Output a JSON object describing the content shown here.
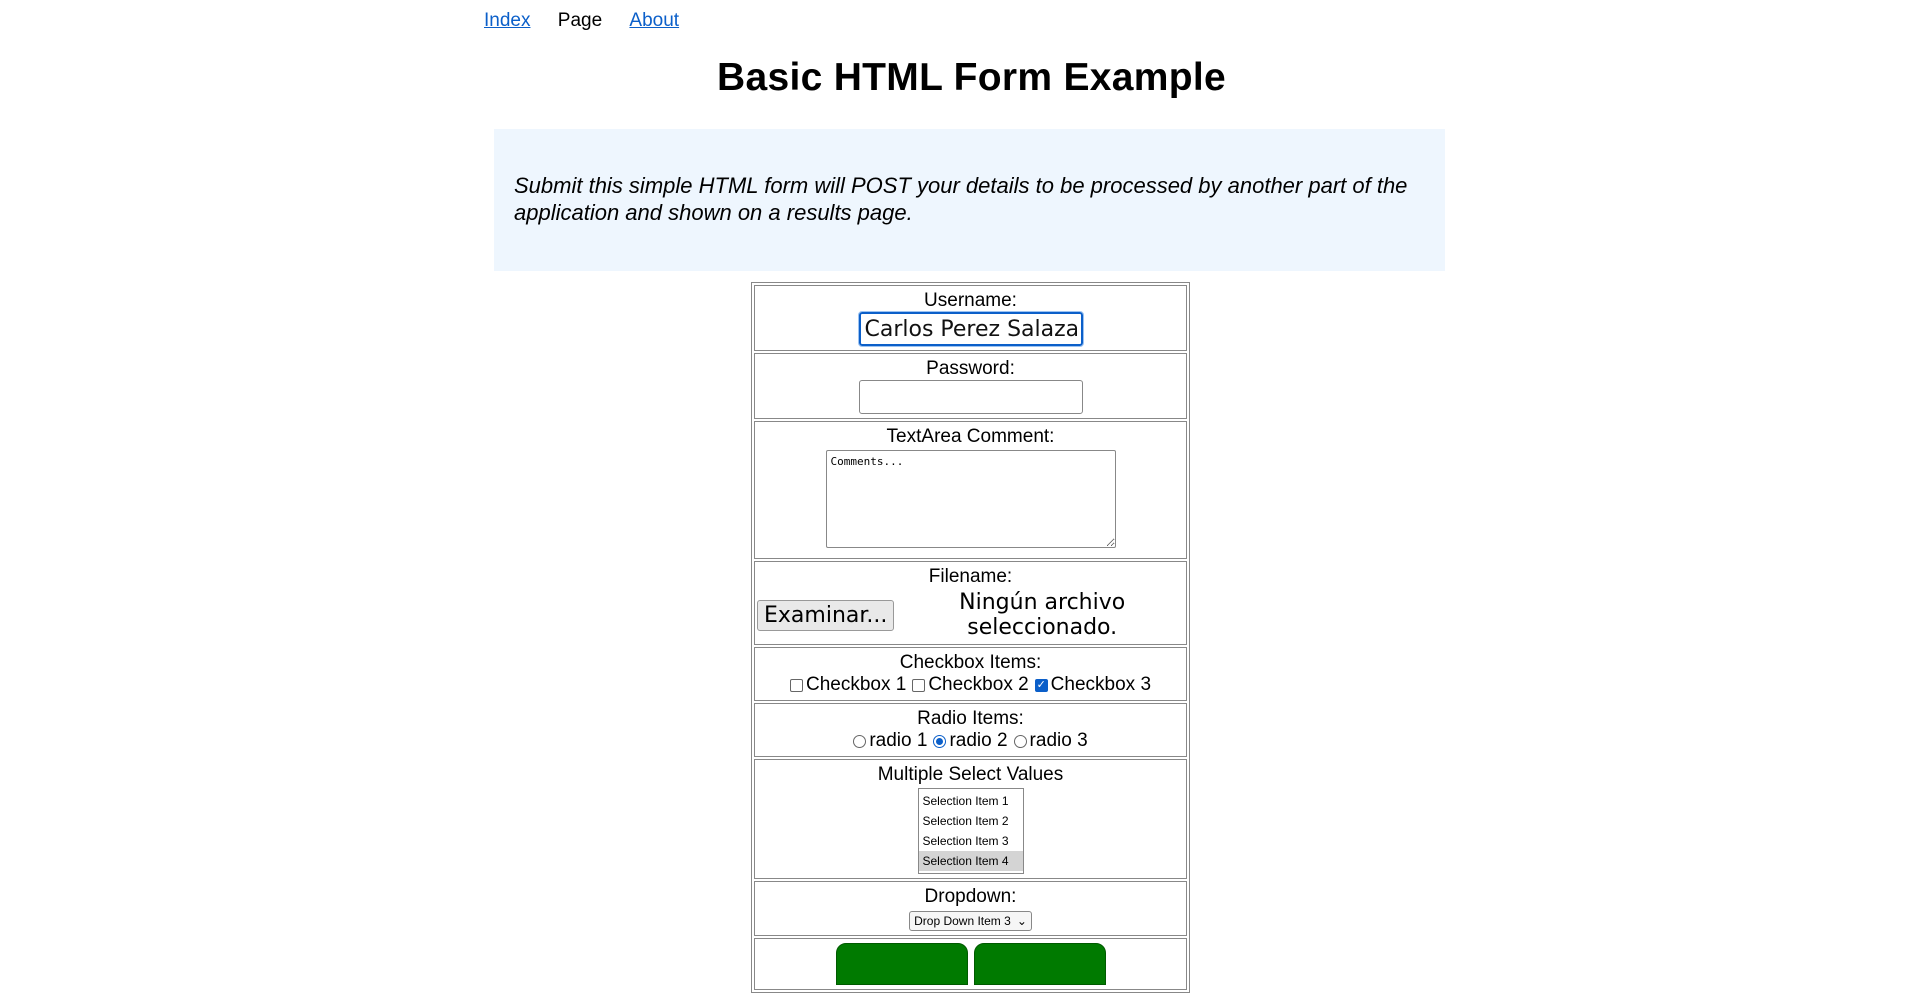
{
  "nav": {
    "index": "Index",
    "page": "Page",
    "about": "About"
  },
  "page_title": "Basic HTML Form Example",
  "explanation": "Submit this simple HTML form will POST your details to be processed by another part of the application and shown on a results page.",
  "form": {
    "username": {
      "label": "Username:",
      "value": "Carlos Perez Salazar"
    },
    "password": {
      "label": "Password:",
      "value": ""
    },
    "comment": {
      "label": "TextArea Comment:",
      "value": "Comments..."
    },
    "file": {
      "label": "Filename:",
      "button": "Examinar...",
      "status": "Ningún archivo seleccionado."
    },
    "checkboxes": {
      "label": "Checkbox Items:",
      "items": [
        {
          "label": "Checkbox 1",
          "checked": false
        },
        {
          "label": "Checkbox 2",
          "checked": false
        },
        {
          "label": "Checkbox 3",
          "checked": true
        }
      ]
    },
    "radios": {
      "label": "Radio Items:",
      "items": [
        {
          "label": "radio 1",
          "checked": false
        },
        {
          "label": "radio 2",
          "checked": true
        },
        {
          "label": "radio 3",
          "checked": false
        }
      ]
    },
    "multiselect": {
      "label": "Multiple Select Values",
      "items": [
        {
          "label": "Selection Item 1",
          "selected": false
        },
        {
          "label": "Selection Item 2",
          "selected": false
        },
        {
          "label": "Selection Item 3",
          "selected": false
        },
        {
          "label": "Selection Item 4",
          "selected": true
        }
      ]
    },
    "dropdown": {
      "label": "Dropdown:",
      "value": "Drop Down Item 3"
    }
  },
  "icons": {
    "dropdown": "chevron-down-icon"
  },
  "colors": {
    "link": "#0b5fc9",
    "panel_bg": "#eef6fe",
    "button_green": "#007a00"
  }
}
